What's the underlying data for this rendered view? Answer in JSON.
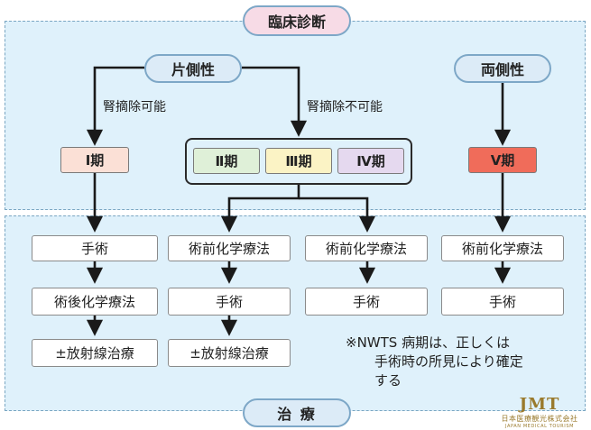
{
  "headers": {
    "diagnosis": "臨床診断",
    "treatment": "治  療"
  },
  "laterality": {
    "unilateral": "片側性",
    "bilateral": "両側性"
  },
  "branch_labels": {
    "resectable": "腎摘除可能",
    "unresectable": "腎摘除不可能"
  },
  "stages": {
    "s1": "Ⅰ期",
    "s2": "Ⅱ期",
    "s3": "Ⅲ期",
    "s4": "Ⅳ期",
    "s5": "Ⅴ期"
  },
  "treatments": {
    "col1": [
      "手術",
      "術後化学療法",
      "±放射線治療"
    ],
    "col2": [
      "術前化学療法",
      "手術",
      "±放射線治療"
    ],
    "col3": [
      "術前化学療法",
      "手術"
    ],
    "col4": [
      "術前化学療法",
      "手術"
    ]
  },
  "note": {
    "line1": "※NWTS 病期は、正しくは",
    "line2": "手術時の所見により確定",
    "line3": "する"
  },
  "logo": {
    "mark": "JMT",
    "jp": "日本医療観光株式会社",
    "en": "JAPAN MEDICAL TOURISM"
  },
  "colors": {
    "stage1": "#fbe0d6",
    "stage2": "#dff0d8",
    "stage3": "#fbf3c5",
    "stage4": "#e5d9ef",
    "stage5": "#f06c5a",
    "panel": "#dff1fb"
  }
}
